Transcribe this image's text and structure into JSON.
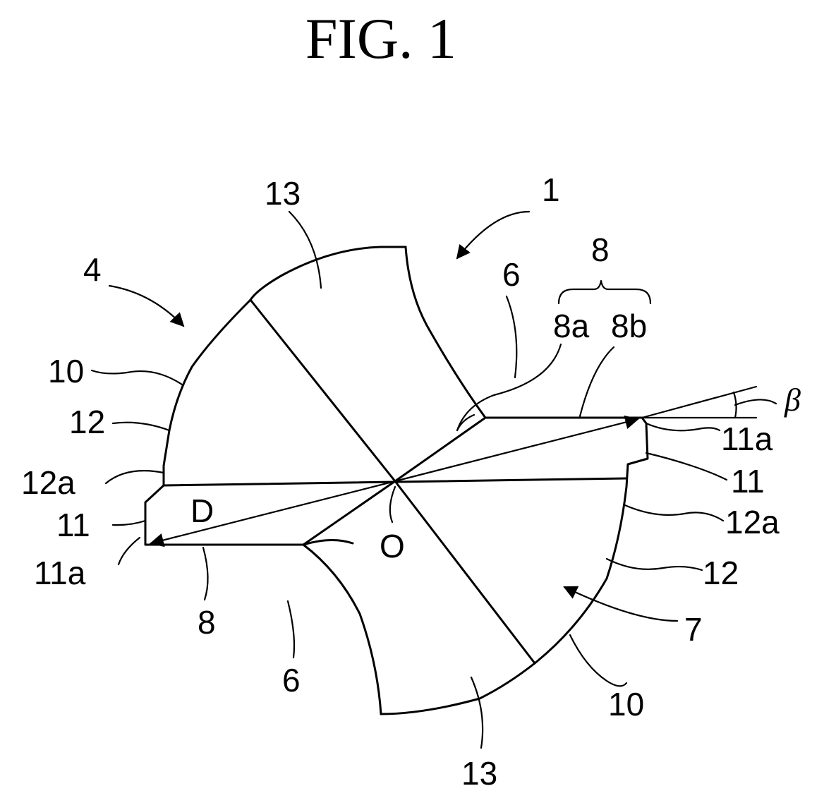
{
  "figure": {
    "title": "FIG. 1"
  },
  "labels": {
    "ref_1": "1",
    "ref_4": "4",
    "ref_13_top": "13",
    "ref_13_bottom": "13",
    "ref_6_top": "6",
    "ref_6_bottom": "6",
    "ref_8_top": "8",
    "ref_8a": "8a",
    "ref_8b": "8b",
    "ref_8_bottom": "8",
    "ref_10_left": "10",
    "ref_10_right": "10",
    "ref_12_left": "12",
    "ref_12_right": "12",
    "ref_12a_left": "12a",
    "ref_12a_right": "12a",
    "ref_11_left": "11",
    "ref_11_right": "11",
    "ref_11a_left": "11a",
    "ref_11a_right": "11a",
    "ref_7": "7",
    "ref_D": "D",
    "ref_O": "O",
    "beta": "β"
  }
}
